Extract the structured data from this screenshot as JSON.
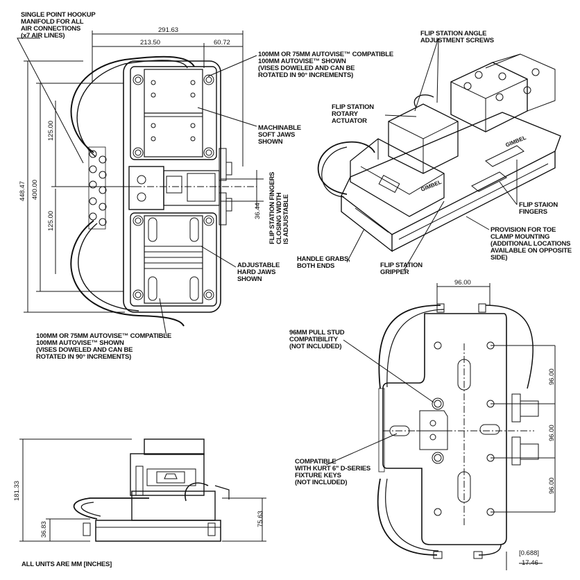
{
  "top_view": {
    "note_manifold": "SINGLE POINT HOOKUP\nMANIFOLD FOR ALL\nAIR CONNECTIONS\n(x7 AIR LINES)",
    "note_vise_top": "100MM OR 75MM AUTOVISE™ COMPATIBLE\n100MM AUTOVISE™ SHOWN\n(VISES DOWELED AND CAN BE\nROTATED IN 90° INCREMENTS)",
    "note_soft_jaws": "MACHINABLE\nSOFT JAWS\nSHOWN",
    "note_flip_fingers": "FLIP STATION FINGERS\nCLOSING WIDTH\nIS ADJUSTABLE",
    "note_hard_jaws": "ADJUSTABLE\nHARD JAWS\nSHOWN",
    "note_vise_bottom": "100MM OR 75MM AUTOVISE™ COMPATIBLE\n100MM AUTOVISE™ SHOWN\n(VISES DOWELED AND CAN BE\nROTATED IN 90° INCREMENTS)",
    "dim_overall_width": "291.63",
    "dim_left_width": "213.50",
    "dim_right_width": "60.72",
    "dim_overall_height": "448.47",
    "dim_height_400": "400.00",
    "dim_upper_125": "125.00",
    "dim_lower_125": "125.00",
    "dim_3644": "36.44"
  },
  "iso_view": {
    "note_angle_screws": "FLIP STATION ANGLE\nADJUSTMENT SCREWS",
    "note_rotary": "FLIP STATION\nROTARY\nACTUATOR",
    "note_fingers": "FLIP STAION\nFINGERS",
    "note_toe_clamp": "PROVISION FOR TOE\nCLAMP MOUNTING\n(ADDITIONAL LOCATIONS\nAVAILABLE ON OPPOSITE\nSIDE)",
    "note_handle": "HANDLE GRABS,\nBOTH ENDS",
    "note_gripper": "FLIP STATION\nGRIPPER",
    "brand_text": "GIMBEL"
  },
  "bottom_view": {
    "dim_top_width": "96.00",
    "dim_right_upper": "96.00",
    "dim_right_mid": "96.00",
    "dim_right_lower": "96.00",
    "note_pull_stud": "96MM PULL STUD\nCOMPATIBILITY\n(NOT INCLUDED)",
    "note_kurt": "COMPATIBLE\nWITH KURT 6\" D-SERIES\nFIXTURE KEYS\n(NOT INCLUDED)",
    "dim_inch": "[0.688]",
    "dim_mm": "17.46"
  },
  "side_view": {
    "dim_height": "181.33",
    "dim_base": "36.83",
    "dim_plate": "75.63"
  },
  "footer": {
    "units_note": "ALL UNITS ARE MM [INCHES]"
  }
}
